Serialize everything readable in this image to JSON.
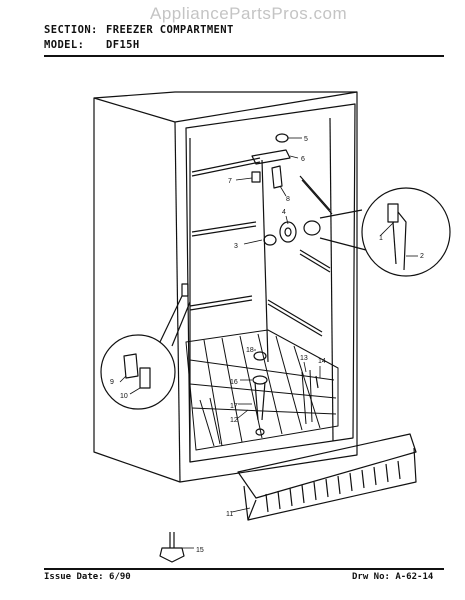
{
  "watermark": "AppliancePartsPros.com",
  "header": {
    "section_label": "SECTION:",
    "section_value": "FREEZER COMPARTMENT",
    "model_label": "MODEL:",
    "model_value": "DF15H"
  },
  "footer": {
    "issue_date": "Issue Date: 6/90",
    "drawing_no": "Drw No: A-62-14"
  },
  "callouts": [
    "1",
    "2",
    "3",
    "4",
    "5",
    "6",
    "7",
    "8",
    "9",
    "10",
    "11",
    "12",
    "13",
    "14",
    "15",
    "16",
    "17",
    "18"
  ]
}
